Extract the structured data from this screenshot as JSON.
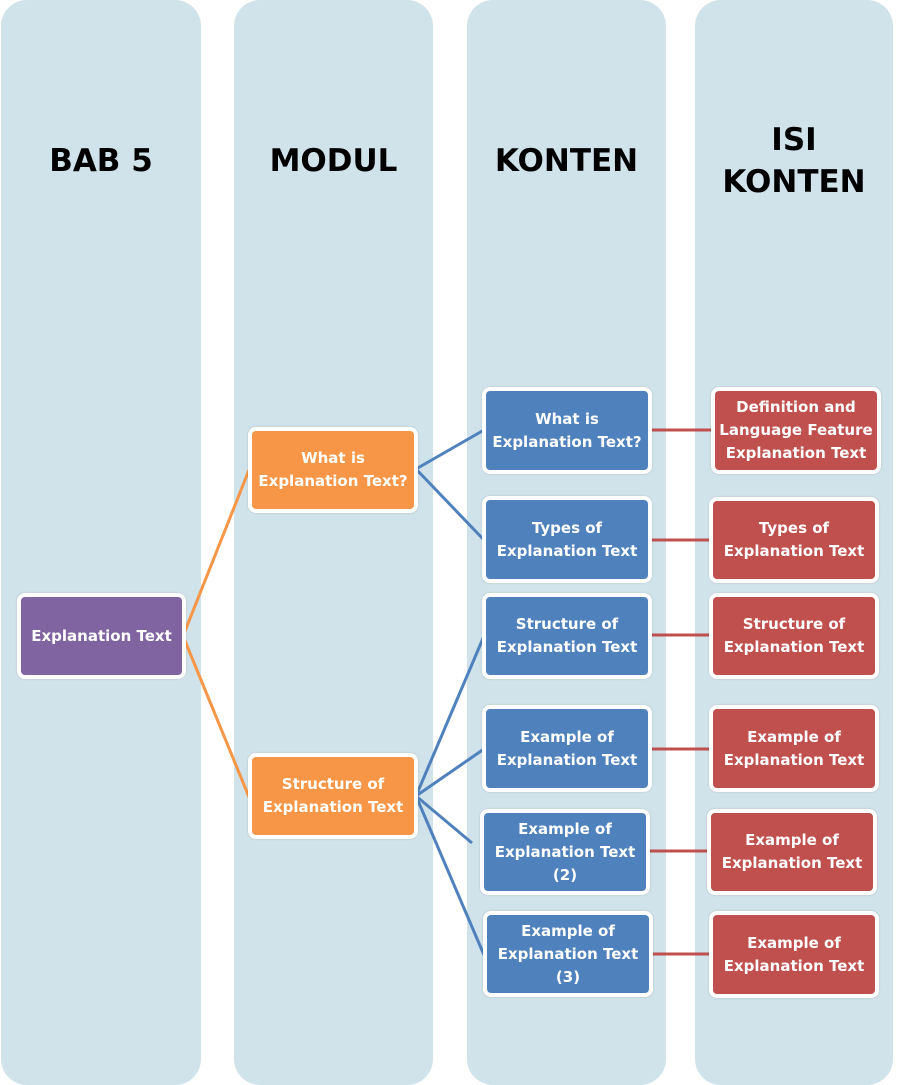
{
  "columns": [
    {
      "title": "BAB 5"
    },
    {
      "title": "MODUL"
    },
    {
      "title": "KONTEN"
    },
    {
      "title": "ISI\nKONTEN"
    }
  ],
  "bab": {
    "label": "Explanation Text"
  },
  "modul": [
    {
      "label": "What is\nExplanation Text?"
    },
    {
      "label": "Structure of\nExplanation Text"
    }
  ],
  "konten": [
    {
      "label": "What is\nExplanation Text?"
    },
    {
      "label": "Types of\nExplanation Text"
    },
    {
      "label": "Structure of\nExplanation Text"
    },
    {
      "label": "Example of\nExplanation Text"
    },
    {
      "label": "Example of\nExplanation Text\n(2)"
    },
    {
      "label": "Example of\nExplanation Text\n(3)"
    }
  ],
  "isi_konten": [
    {
      "label": "Definition and\nLanguage Feature\nExplanation Text"
    },
    {
      "label": "Types of\nExplanation Text"
    },
    {
      "label": "Structure of\nExplanation Text"
    },
    {
      "label": "Example of\nExplanation Text"
    },
    {
      "label": "Example of\nExplanation Text"
    },
    {
      "label": "Example of\nExplanation Text"
    }
  ],
  "colors": {
    "column_bg": "#d0e2ea",
    "bab": "#8064a2",
    "modul": "#f79646",
    "konten": "#4f81bd",
    "isi_konten": "#c0504d"
  }
}
